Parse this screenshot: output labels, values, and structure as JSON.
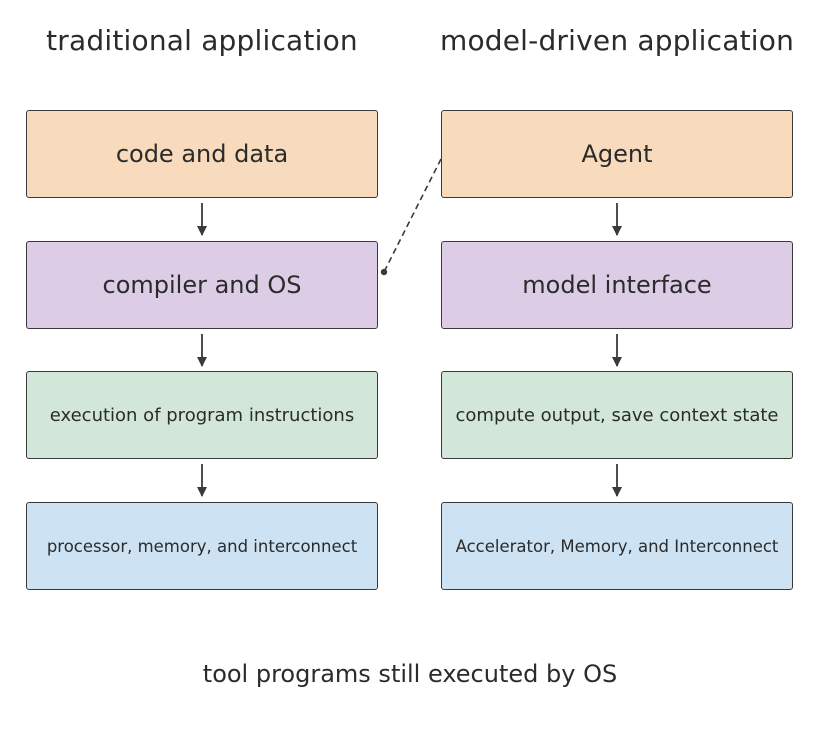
{
  "columns": {
    "left": {
      "title": "traditional application",
      "boxes": [
        "code and data",
        "compiler and OS",
        "execution of program instructions",
        "processor, memory, and interconnect"
      ]
    },
    "right": {
      "title": "model-driven application",
      "boxes": [
        "Agent",
        "model interface",
        "compute output, save context state",
        "Accelerator, Memory, and Interconnect"
      ]
    }
  },
  "footer_note": "tool programs still executed by OS",
  "colors": {
    "row1": "#f8dbbd",
    "row2": "#dccce6",
    "row3": "#d2e7da",
    "row4": "#cde2f2",
    "border": "#3a3a3a"
  }
}
